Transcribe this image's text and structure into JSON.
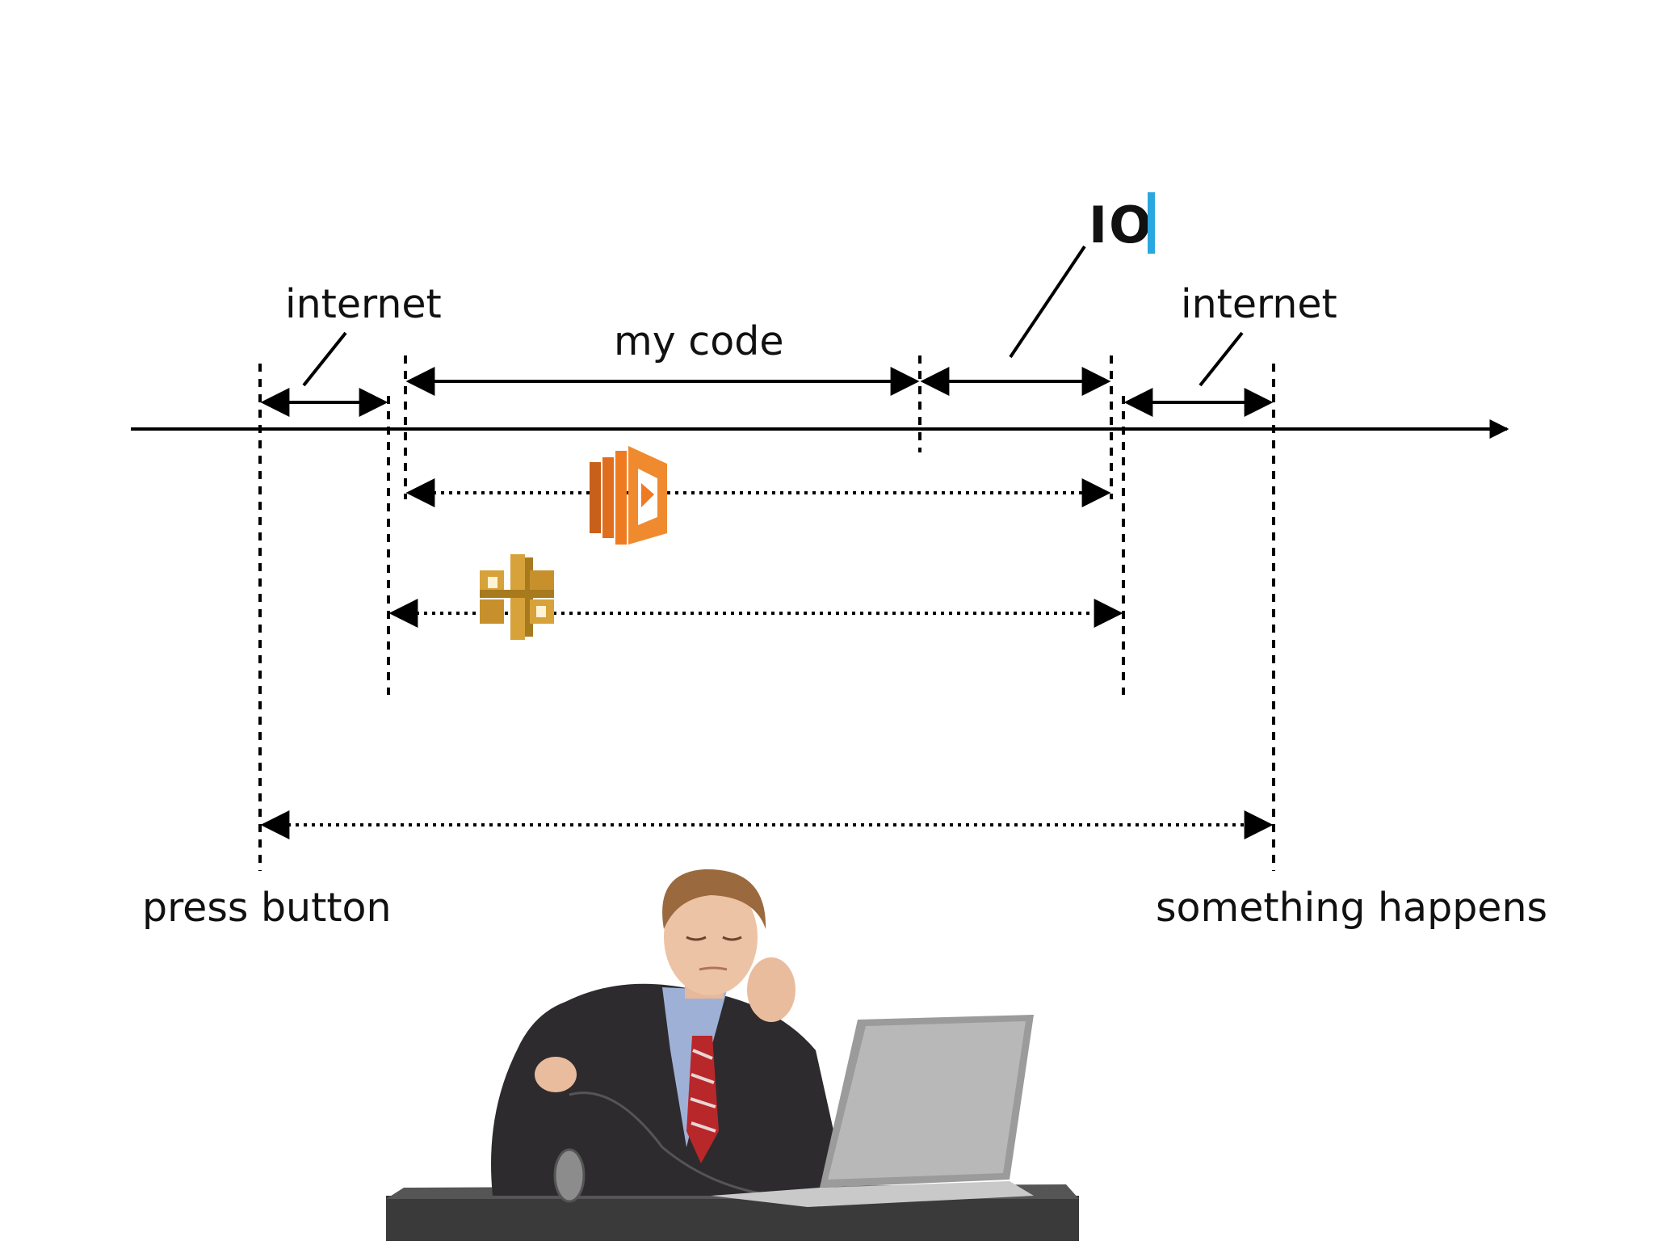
{
  "labels": {
    "internet_left": "internet",
    "my_code": "my code",
    "io": "IO",
    "internet_right": "internet",
    "press_button": "press button",
    "something_happens": "something happens"
  },
  "icons": {
    "lambda": "aws-lambda-icon",
    "api_gateway": "aws-api-gateway-icon",
    "photo": "bored-man-at-laptop-photo"
  },
  "colors": {
    "line": "#000000",
    "lambda_orange": "#ee7b22",
    "lambda_dark": "#c8601a",
    "apigw_gold": "#d7a23a",
    "apigw_dark": "#a77a1e",
    "io_cursor": "#2aa7e0"
  }
}
